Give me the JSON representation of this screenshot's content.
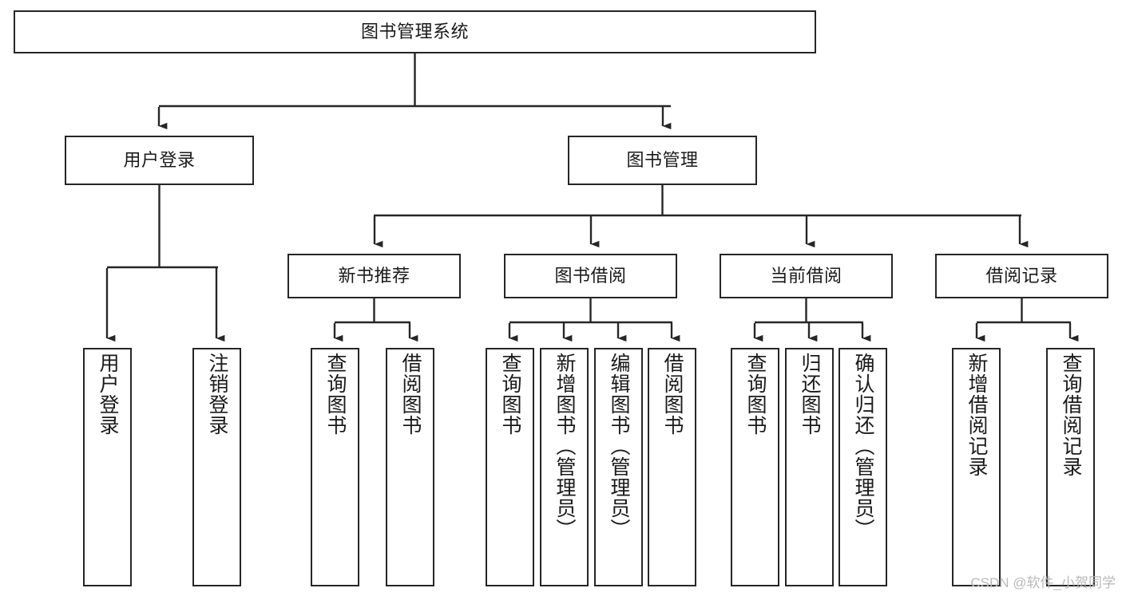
{
  "diagram": {
    "title": "图书管理系统",
    "type": "tree-hierarchy-chart",
    "watermark": "CSDN @软件_小贺同学",
    "colors": {
      "box_border": "#262626",
      "box_fill": "#ffffff",
      "connector": "#262626",
      "text": "#1a1a1a",
      "watermark": "#b9b9b9",
      "background": "#ffffff"
    },
    "root": {
      "label": "图书管理系统"
    },
    "level2": [
      {
        "label": "用户登录"
      },
      {
        "label": "图书管理"
      }
    ],
    "level3": [
      {
        "label": "新书推荐"
      },
      {
        "label": "图书借阅"
      },
      {
        "label": "当前借阅"
      },
      {
        "label": "借阅记录"
      }
    ],
    "leaves": {
      "user_login": [
        {
          "label": "用户登录"
        },
        {
          "label": "注销登录"
        }
      ],
      "new_book_recommend": [
        {
          "label": "查询图书"
        },
        {
          "label": "借阅图书"
        }
      ],
      "book_borrow": [
        {
          "label": "查询图书"
        },
        {
          "label": "新增图书（管理员）"
        },
        {
          "label": "编辑图书（管理员）"
        },
        {
          "label": "借阅图书"
        }
      ],
      "current_borrow": [
        {
          "label": "查询图书"
        },
        {
          "label": "归还图书"
        },
        {
          "label": "确认归还（管理员）"
        }
      ],
      "borrow_record": [
        {
          "label": "新增借阅记录"
        },
        {
          "label": "查询借阅记录"
        }
      ]
    }
  }
}
